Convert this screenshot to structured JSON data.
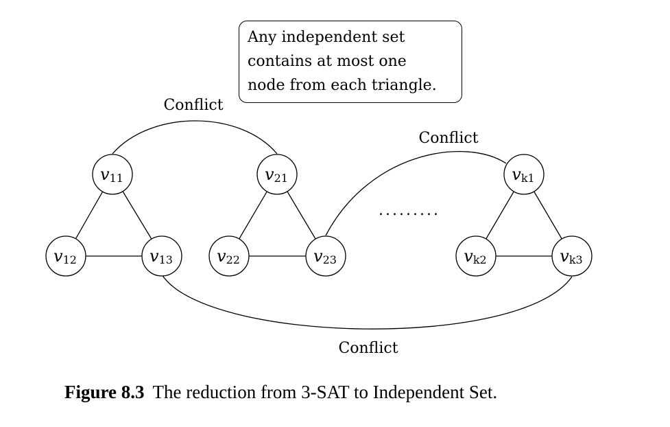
{
  "note": {
    "lines": [
      "Any independent set",
      "contains at most one",
      "node from each triangle."
    ]
  },
  "conflict_labels": [
    "Conflict",
    "Conflict",
    "Conflict"
  ],
  "nodes": [
    {
      "id": "v11",
      "base": "v",
      "sub": "11"
    },
    {
      "id": "v12",
      "base": "v",
      "sub": "12"
    },
    {
      "id": "v13",
      "base": "v",
      "sub": "13"
    },
    {
      "id": "v21",
      "base": "v",
      "sub": "21"
    },
    {
      "id": "v22",
      "base": "v",
      "sub": "22"
    },
    {
      "id": "v23",
      "base": "v",
      "sub": "23"
    },
    {
      "id": "vk1",
      "base": "v",
      "sub": "k1"
    },
    {
      "id": "vk2",
      "base": "v",
      "sub": "k2"
    },
    {
      "id": "vk3",
      "base": "v",
      "sub": "k3"
    }
  ],
  "ellipsis": ".........",
  "caption": {
    "label": "Figure 8.3",
    "text": "The reduction from 3-SAT to Independent Set."
  }
}
